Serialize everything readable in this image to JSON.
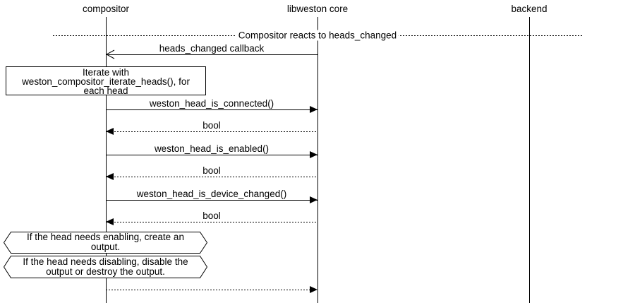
{
  "colors": {
    "stroke": "#000000",
    "background": "#ffffff"
  },
  "actors": {
    "compositor": "compositor",
    "libweston_core": "libweston core",
    "backend": "backend"
  },
  "divider": {
    "label": "Compositor reacts to heads_changed"
  },
  "messages": [
    {
      "label": "heads_changed callback",
      "from": "libweston_core",
      "to": "compositor",
      "line": "solid",
      "arrowhead": "open"
    },
    {
      "label": "weston_head_is_connected()",
      "from": "compositor",
      "to": "libweston_core",
      "line": "solid",
      "arrowhead": "filled"
    },
    {
      "label": "bool",
      "from": "libweston_core",
      "to": "compositor",
      "line": "dotted",
      "arrowhead": "filled"
    },
    {
      "label": "weston_head_is_enabled()",
      "from": "compositor",
      "to": "libweston_core",
      "line": "solid",
      "arrowhead": "filled"
    },
    {
      "label": "bool",
      "from": "libweston_core",
      "to": "compositor",
      "line": "dotted",
      "arrowhead": "filled"
    },
    {
      "label": "weston_head_is_device_changed()",
      "from": "compositor",
      "to": "libweston_core",
      "line": "solid",
      "arrowhead": "filled"
    },
    {
      "label": "bool",
      "from": "libweston_core",
      "to": "compositor",
      "line": "dotted",
      "arrowhead": "filled"
    },
    {
      "label": "",
      "from": "compositor",
      "to": "libweston_core",
      "line": "dotted",
      "arrowhead": "filled"
    }
  ],
  "notes": {
    "iterate": [
      "Iterate with",
      "weston_compositor_iterate_heads(), for",
      "each head"
    ],
    "enabling": [
      "If the head needs enabling, create an",
      "output."
    ],
    "disabling": [
      "If the head needs disabling, disable the",
      "output or destroy the output."
    ]
  }
}
